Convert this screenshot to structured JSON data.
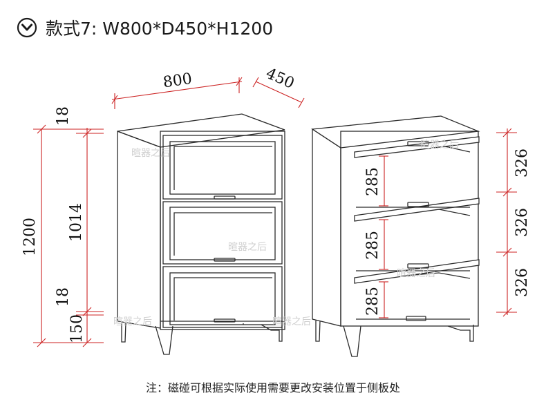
{
  "header": {
    "icon": "chevron-down-circle-icon",
    "title": "款式7: W800*D450*H1200"
  },
  "front_view": {
    "width_label": "800",
    "depth_label": "450",
    "total_height_label": "1200",
    "body_height_label": "1014",
    "top_thickness_label": "18",
    "bottom_thickness_label": "18",
    "leg_height_label": "150"
  },
  "side_view": {
    "shelf_spacings": [
      "326",
      "326",
      "326"
    ],
    "clear_heights": [
      "285",
      "285",
      "285"
    ]
  },
  "watermark": "暄器之后",
  "note": "注：磁碰可根据实际使用需要更改安装位置于侧板处",
  "colors": {
    "line": "#2b2b2b",
    "dimension_line": "#cc2222",
    "text": "#111111",
    "watermark": "#cfcfcf"
  }
}
